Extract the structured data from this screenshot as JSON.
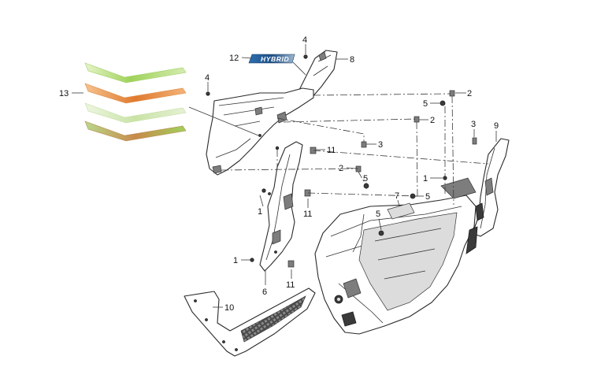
{
  "diagram": {
    "callouts": {
      "c1a": "1",
      "c1b": "1",
      "c1c": "1",
      "c2a": "2",
      "c2b": "2",
      "c2c": "2",
      "c3a": "3",
      "c3b": "3",
      "c4a": "4",
      "c4b": "4",
      "c5a": "5",
      "c5b": "5",
      "c5c": "5",
      "c5d": "5",
      "c6": "6",
      "c7": "7",
      "c8": "8",
      "c9": "9",
      "c10": "10",
      "c11a": "11",
      "c11b": "11",
      "c11c": "11",
      "c12": "12",
      "c13": "13"
    },
    "emblem_text": "HYBRID",
    "colors": {
      "stripe_green": "#9fd25a",
      "stripe_orange": "#e07a2e",
      "stripe_lightgreen": "#c9e3a6",
      "stripe_mix": "#c88a4a",
      "emblem_blue": "#1d4f86"
    }
  }
}
